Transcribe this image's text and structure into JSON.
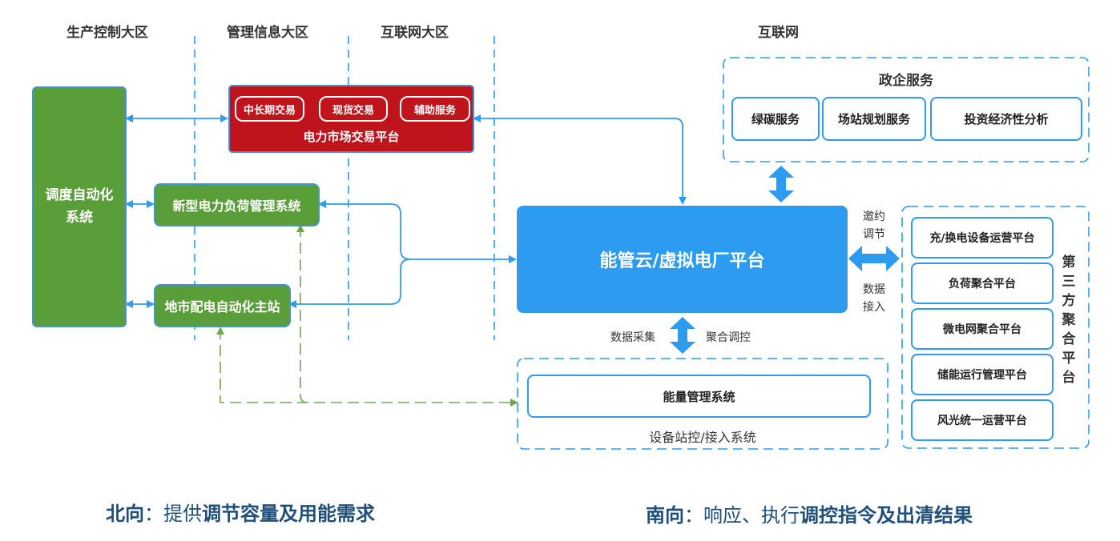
{
  "zones": {
    "production": "生产控制大区",
    "management": "管理信息大区",
    "internet_zone": "互联网大区",
    "internet": "互联网"
  },
  "dispatch": {
    "label_line1": "调度自动化",
    "label_line2": "系统"
  },
  "market": {
    "title": "电力市场交易平台",
    "items": [
      "中长期交易",
      "现货交易",
      "辅助服务"
    ]
  },
  "load_mgmt": "新型电力负荷管理系统",
  "dist_auto": "地市配电自动化主站",
  "gov": {
    "title": "政企服务",
    "items": [
      "绿碳服务",
      "场站规划服务",
      "投资经济性分析"
    ]
  },
  "cloud": "能管云/虚拟电厂平台",
  "labels": {
    "invite_1": "邀约",
    "invite_2": "调节",
    "data_1": "数据",
    "data_2": "接入",
    "collect": "数据采集",
    "aggregate": "聚合调控"
  },
  "device": {
    "ems": "能量管理系统",
    "title": "设备站控/接入系统"
  },
  "third_party": {
    "title_chars": [
      "第",
      "三",
      "方",
      "聚",
      "合",
      "平",
      "台"
    ],
    "items": [
      "充/换电设备运营平台",
      "负荷聚合平台",
      "微电网聚合平台",
      "储能运行管理平台",
      "风光统一运营平台"
    ]
  },
  "bottom": {
    "north_head": "北向",
    "north_colon": "：",
    "north_normal": "提供",
    "north_bold": "调节容量及用能需求",
    "south_head": "南向",
    "south_colon": "：",
    "south_normal": "响应、执行",
    "south_bold": "调控指令及出清结果"
  },
  "colors": {
    "blue": "#2d9bf0",
    "green": "#5a9e3a",
    "red": "#c0141c",
    "dash_green": "#6aaa4c",
    "bottom_text": "#1f4e79"
  }
}
